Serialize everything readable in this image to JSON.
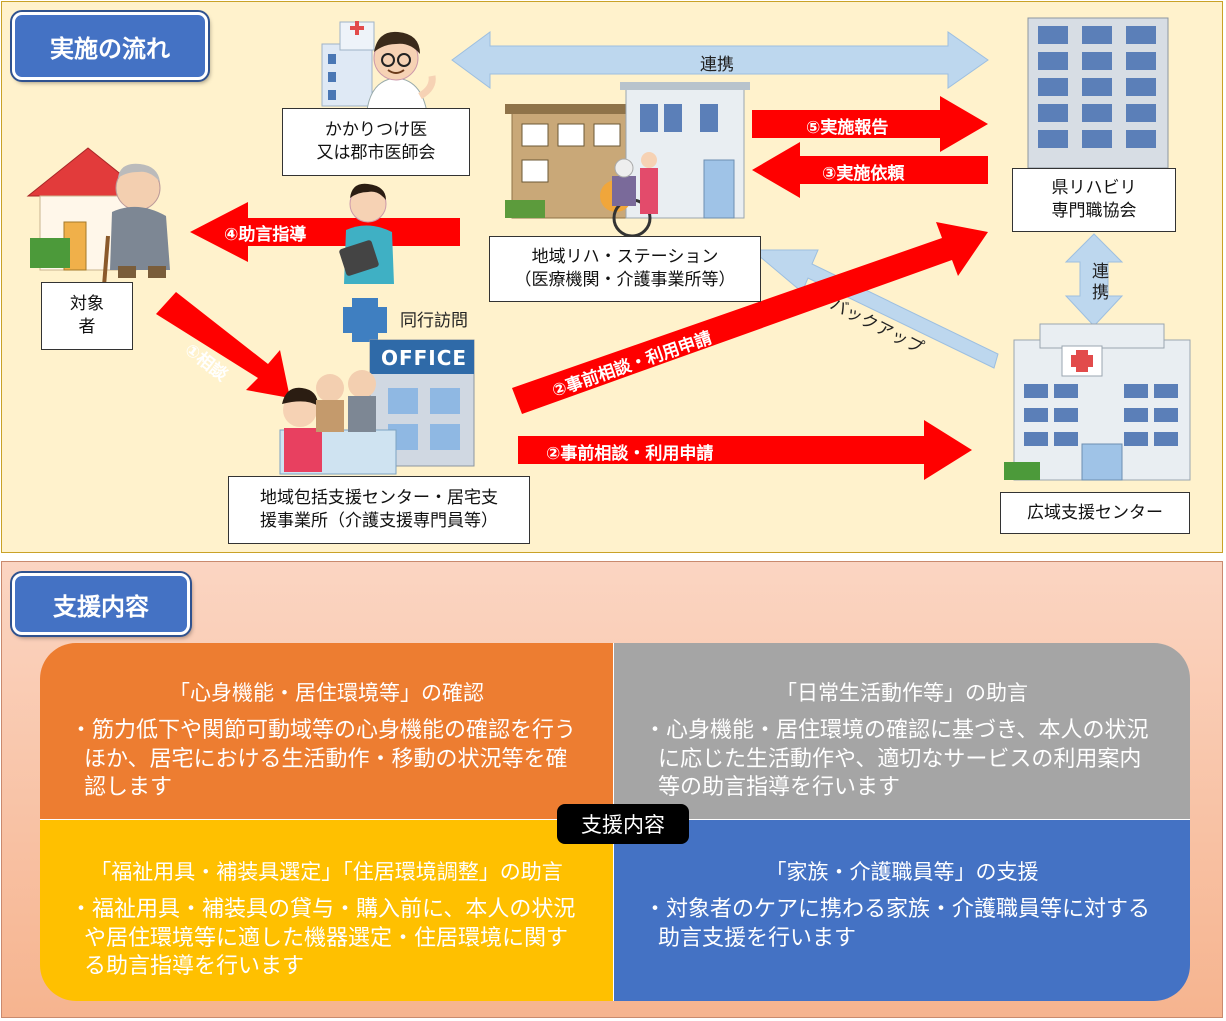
{
  "flow": {
    "heading": "実施の流れ",
    "nodes": {
      "doctor": [
        "かかりつけ医",
        "又は郡市医師会"
      ],
      "station": [
        "地域リハ・ステーション",
        "（医療機関・介護事業所等）"
      ],
      "association": [
        "県リハビリ",
        "専門職協会"
      ],
      "subject": [
        "対象",
        "者"
      ],
      "center": [
        "地域包括支援センター・居宅支",
        "援事業所（介護支援専門員等）"
      ],
      "wide_center": "広域支援センター"
    },
    "arrows": {
      "cooperation_top": "連携",
      "report": "⑤実施報告",
      "request": "③実施依頼",
      "advice": "④助言指導",
      "consult": "①相談",
      "pre_consult_diag": "②事前相談・利用申請",
      "pre_consult_horiz": "②事前相談・利用申請",
      "backup": "バックアップ",
      "cooperation_vert": "連携"
    },
    "accompany": "同行訪問",
    "office_sign": "OFFICE"
  },
  "support": {
    "heading": "支援内容",
    "center_label": "支援内容",
    "cells": [
      {
        "title": "「心身機能・居住環境等」の確認",
        "body": "・筋力低下や関節可動域等の心身機能の確認を行うほか、居宅における生活動作・移動の状況等を確認します"
      },
      {
        "title": "「日常生活動作等」の助言",
        "body": "・心身機能・居住環境の確認に基づき、本人の状況に応じた生活動作や、適切なサービスの利用案内等の助言指導を行います"
      },
      {
        "title": "「福祉用具・補装具選定」「住居環境調整」の助言",
        "body": "・福祉用具・補装具の貸与・購入前に、本人の状況や居住環境等に適した機器選定・住居環境に関する助言指導を行います"
      },
      {
        "title": "「家族・介護職員等」の支援",
        "body": "・対象者のケアに携わる家族・介護職員等に対する助言支援を行います"
      }
    ]
  },
  "colors": {
    "flow_bg": "#fff2cc",
    "heading_blue": "#4472c4",
    "arrow_red": "#ff0000",
    "arrow_light_blue": "#bdd7ee",
    "cell_orange": "#ed7d31",
    "cell_gray": "#a5a5a5",
    "cell_yellow": "#ffc000",
    "cell_blue": "#4472c4"
  }
}
